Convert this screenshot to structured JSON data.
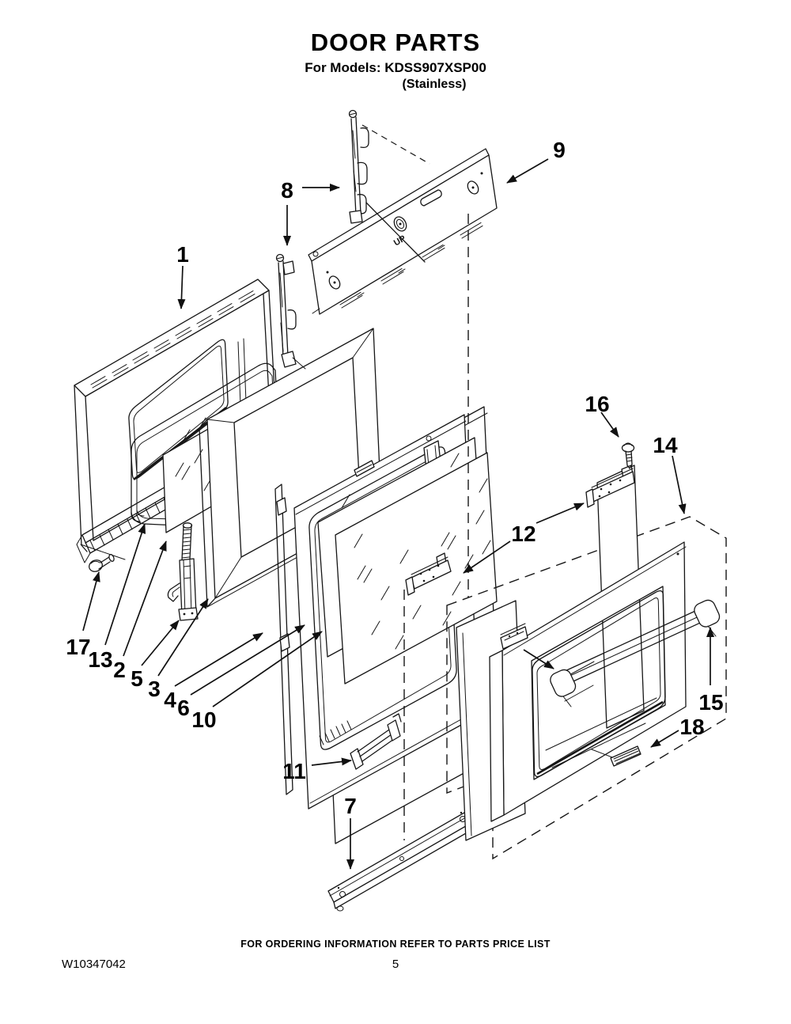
{
  "header": {
    "title": "DOOR PARTS",
    "models_line": "For Models: KDSS907XSP00",
    "finish_line": "(Stainless)"
  },
  "diagram": {
    "up_marking": "UP"
  },
  "part_labels": [
    "1",
    "2",
    "3",
    "4",
    "5",
    "6",
    "7",
    "8",
    "9",
    "10",
    "11",
    "12",
    "13",
    "14",
    "15",
    "16",
    "17",
    "18"
  ],
  "footer": {
    "ordering_notice": "FOR ORDERING INFORMATION REFER TO PARTS PRICE LIST",
    "document_number": "W10347042",
    "page_number": "5"
  }
}
